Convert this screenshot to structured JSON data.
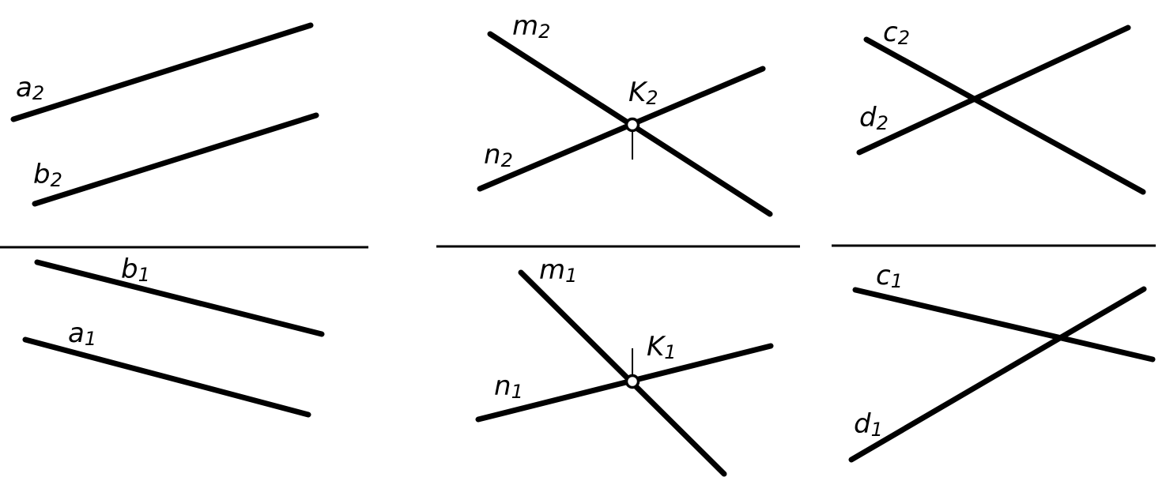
{
  "panels": [
    {
      "name": "parallel-lines",
      "labels": {
        "a2": {
          "base": "a",
          "sub": "2"
        },
        "b2": {
          "base": "b",
          "sub": "2"
        },
        "a1": {
          "base": "a",
          "sub": "1"
        },
        "b1": {
          "base": "b",
          "sub": "1"
        }
      }
    },
    {
      "name": "intersecting-lines",
      "labels": {
        "m2": {
          "base": "m",
          "sub": "2"
        },
        "n2": {
          "base": "n",
          "sub": "2"
        },
        "k2": {
          "base": "K",
          "sub": "2"
        },
        "m1": {
          "base": "m",
          "sub": "1"
        },
        "n1": {
          "base": "n",
          "sub": "1"
        },
        "k1": {
          "base": "K",
          "sub": "1"
        }
      }
    },
    {
      "name": "skew-lines",
      "labels": {
        "c2": {
          "base": "c",
          "sub": "2"
        },
        "d2": {
          "base": "d",
          "sub": "2"
        },
        "c1": {
          "base": "c",
          "sub": "1"
        },
        "d1": {
          "base": "d",
          "sub": "1"
        }
      }
    }
  ]
}
